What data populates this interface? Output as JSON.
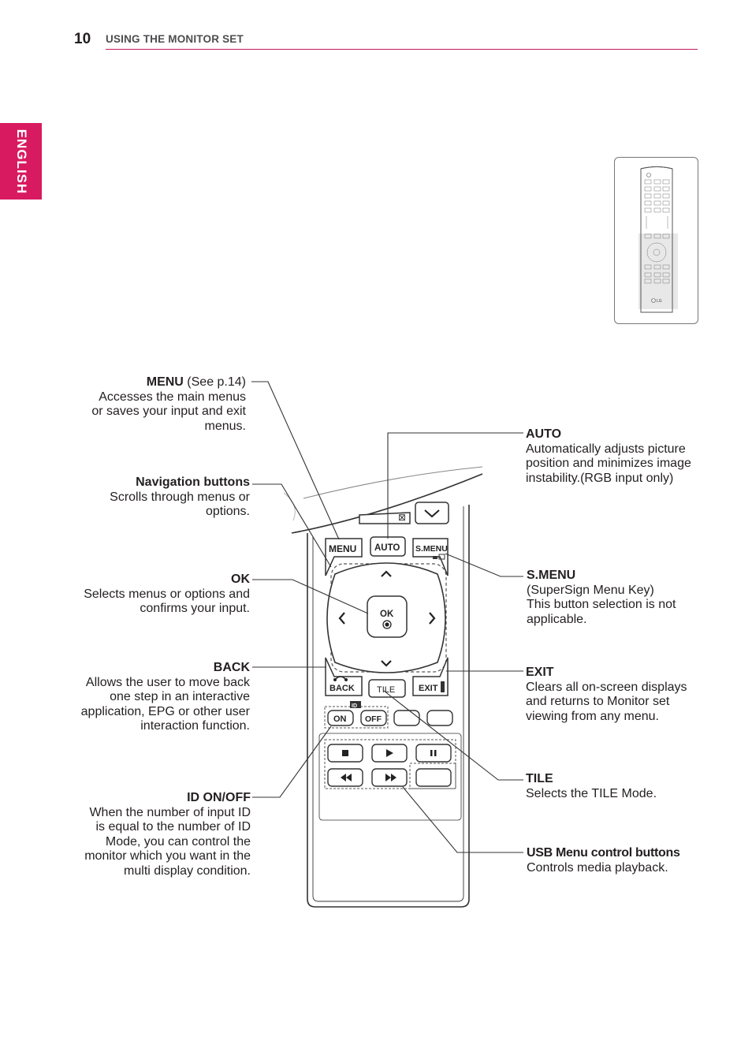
{
  "header": {
    "page_number": "10",
    "title": "USING THE MONITOR SET"
  },
  "language_tab": "ENGLISH",
  "remote": {
    "buttons": {
      "menu": "MENU",
      "auto": "AUTO",
      "smenu": "S.MENU",
      "ok": "OK",
      "back": "BACK",
      "tile": "TILE",
      "exit": "EXIT",
      "id": "ID",
      "on": "ON",
      "off": "OFF"
    },
    "thumbnail_brand": "LG"
  },
  "callouts": {
    "menu": {
      "title": "MENU",
      "suffix": " (See p.14)",
      "lines": [
        "Accesses the main menus",
        "or saves your input and exit",
        "menus."
      ]
    },
    "navigation": {
      "title": "Navigation buttons",
      "lines": [
        "Scrolls through menus or",
        "options."
      ]
    },
    "ok": {
      "title": "OK",
      "lines": [
        "Selects menus or options and",
        "confirms your input."
      ]
    },
    "back": {
      "title": "BACK",
      "lines": [
        "Allows the user to move back",
        "one step in an interactive",
        "application, EPG or other user",
        "interaction function."
      ]
    },
    "id_onoff": {
      "title": "ID ON/OFF",
      "lines": [
        "When the number of input ID",
        "is equal to the number of ID",
        "Mode, you can control the",
        "monitor which you want in the",
        "multi display condition."
      ]
    },
    "auto": {
      "title": "AUTO",
      "lines": [
        "Automatically adjusts picture",
        "position and minimizes image",
        "instability.(RGB input only)"
      ]
    },
    "smenu": {
      "title": "S.MENU",
      "lines": [
        "(SuperSign Menu Key)",
        "This button selection is not",
        "applicable."
      ]
    },
    "exit": {
      "title": "EXIT",
      "lines": [
        "Clears all on-screen displays",
        "and returns to Monitor set",
        "viewing from any menu."
      ]
    },
    "tile": {
      "title": "TILE",
      "lines": [
        "Selects the TILE Mode."
      ]
    },
    "usb": {
      "title": "USB Menu control buttons",
      "lines": [
        "Controls media playback."
      ]
    }
  }
}
